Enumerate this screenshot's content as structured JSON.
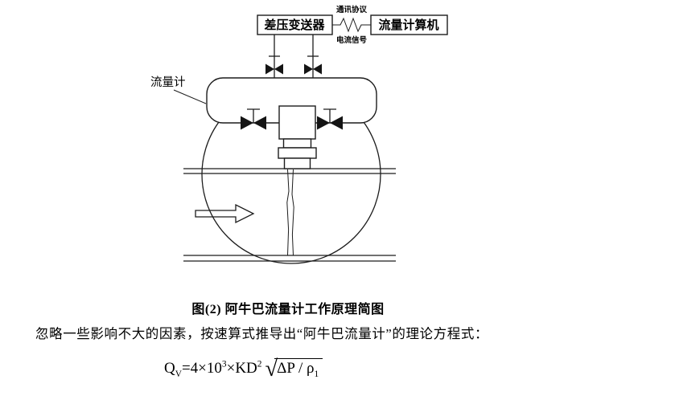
{
  "diagram": {
    "boxes": {
      "transmitter": "差压变送器",
      "computer": "流量计算机"
    },
    "link_labels": {
      "top": "通讯协议",
      "bottom": "电流信号"
    },
    "flowmeter_label": "流量计"
  },
  "caption": "图(2) 阿牛巴流量计工作原理简图",
  "paragraph": "忽略一些影响不大的因素，按速算式推导出“阿牛巴流量计”的理论方程式：",
  "formula": {
    "q": "Q",
    "q_sub": "V",
    "eq": "=4×10",
    "exp1": "3",
    "times_kd": "×KD",
    "exp2": "2",
    "radical_sign": "√",
    "radicand": "ΔP / ρ",
    "radicand_sub": "1"
  }
}
